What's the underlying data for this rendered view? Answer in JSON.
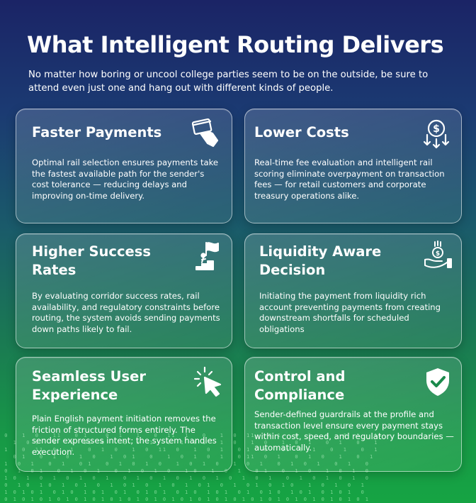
{
  "header": {
    "title": "What Intelligent Routing Delivers",
    "subtitle": "No matter how boring or uncool college parties seem to be on the outside, be sure to attend even just one and hang out with different kinds of people."
  },
  "cards": [
    {
      "title": "Faster Payments",
      "body": "Optimal rail selection ensures payments take the fastest available path for the sender's cost tolerance — reducing delays and improving on-time delivery.",
      "icon": "card-in-hand-icon"
    },
    {
      "title": "Lower Costs",
      "body": "Real-time fee evaluation and intelligent rail scoring eliminate overpayment on transaction fees — for retail customers and corporate treasury operations alike.",
      "icon": "dollar-coin-arrows-down-icon"
    },
    {
      "title": "Higher Success Rates",
      "body": "By evaluating corridor success rates, rail availability, and regulatory constraints before routing, the system avoids sending payments down paths likely to fail.",
      "icon": "flag-on-stairs-icon"
    },
    {
      "title": "Liquidity Aware Decision",
      "body": "Initiating the payment from liquidity rich account preventing payments from creating downstream shortfalls for scheduled obligations",
      "icon": "hand-holding-coin-icon"
    },
    {
      "title": "Seamless User Experience",
      "body": "Plain English payment initiation removes the friction of structured forms entirely. The sender expresses intent; the system handles execution.",
      "icon": "cursor-click-icon"
    },
    {
      "title": "Control and Compliance",
      "body": "Sender-defined guardrails at the profile and transaction level ensure every payment stays within cost, speed, and regulatory boundaries — automatically.",
      "icon": "shield-check-icon"
    }
  ],
  "colors": {
    "background_top": "#1b2466",
    "background_bottom": "#16a443",
    "text": "#ffffff"
  }
}
